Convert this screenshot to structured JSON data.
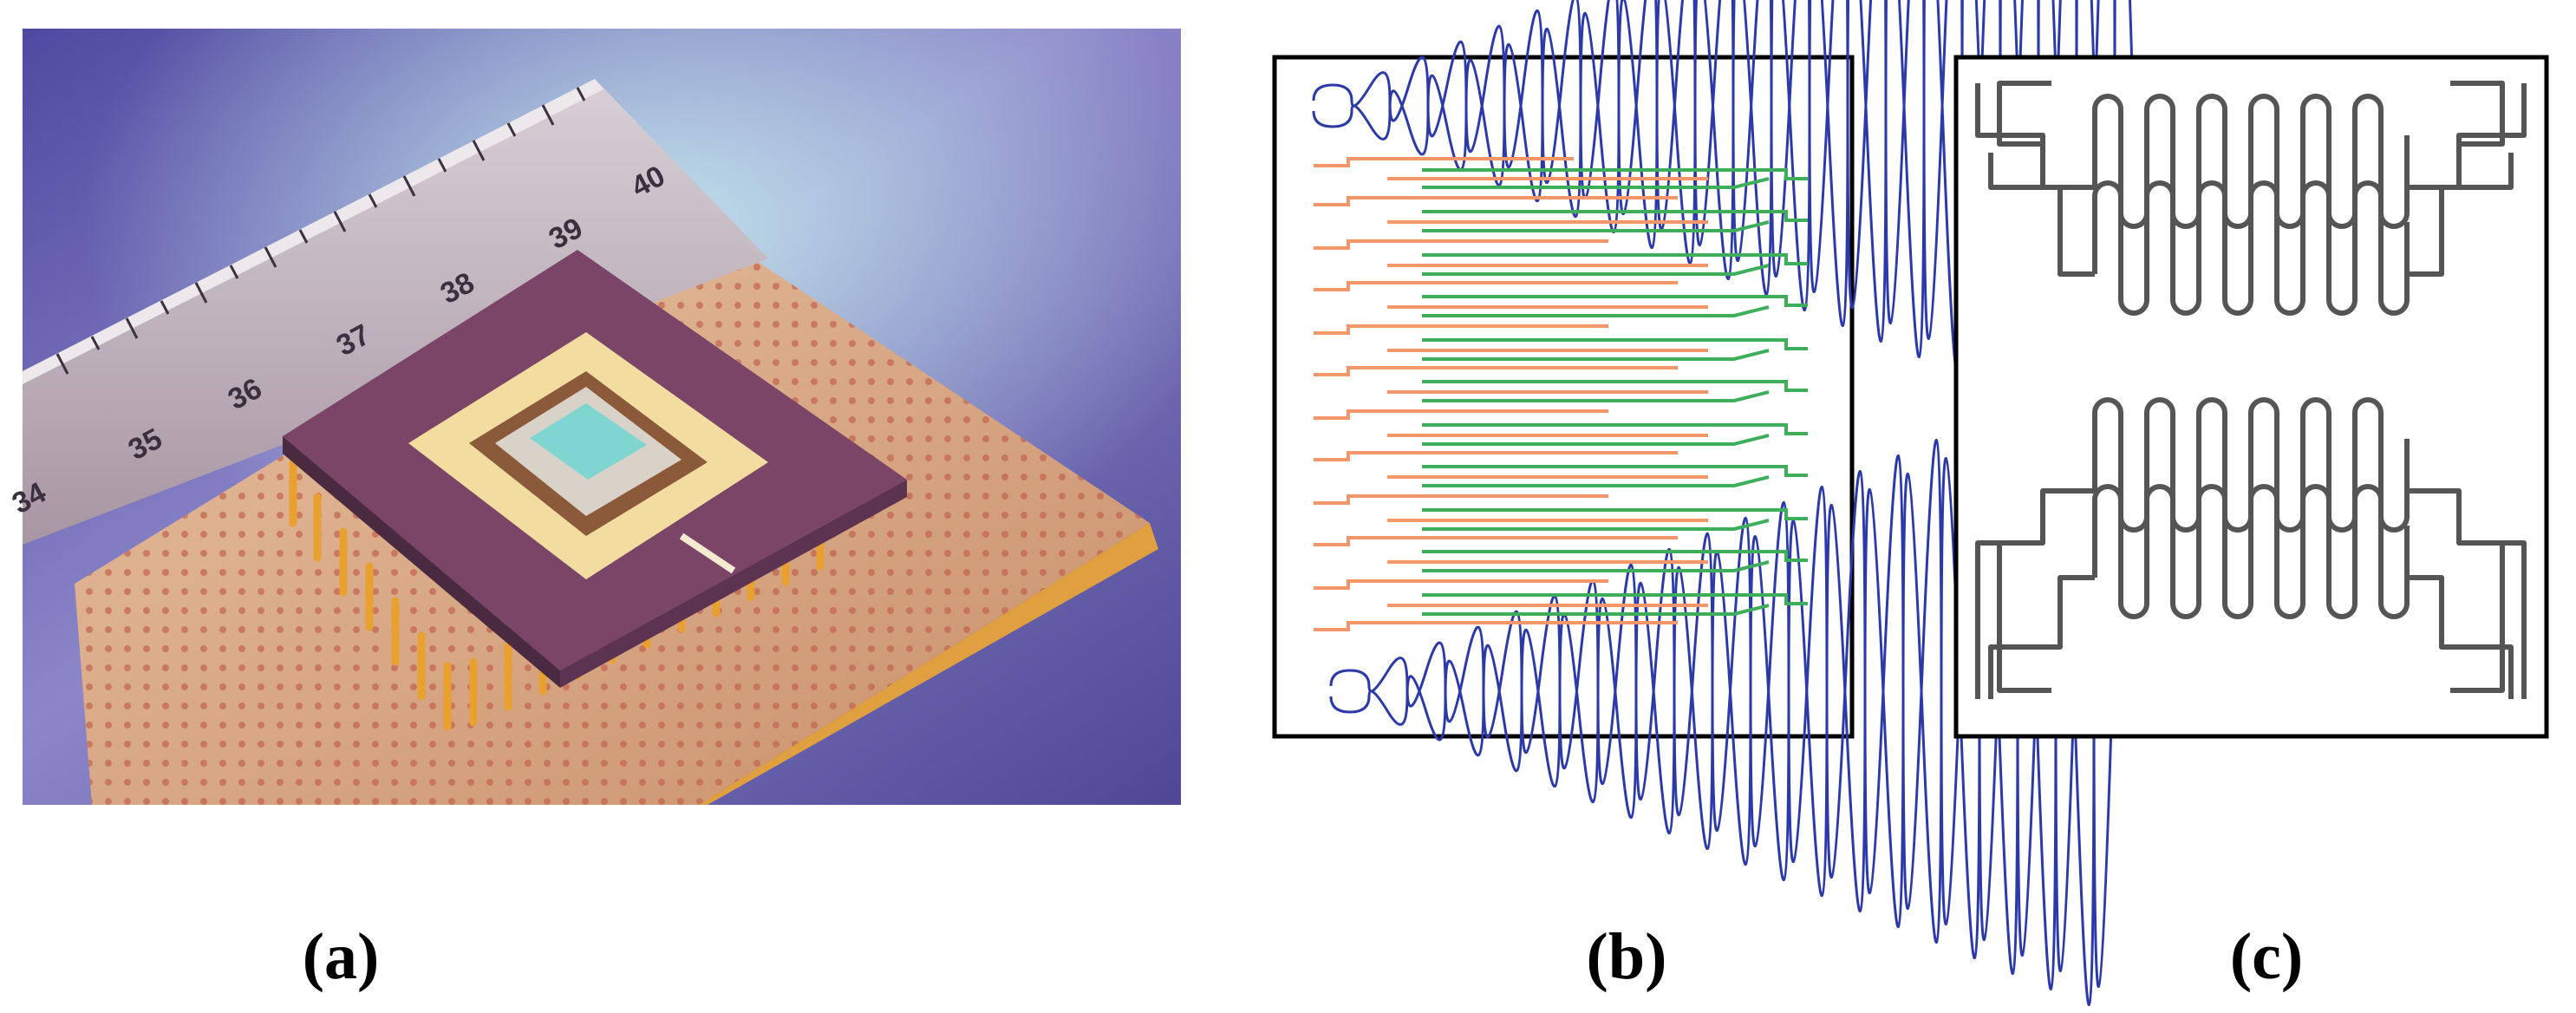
{
  "panels": [
    {
      "id": "a",
      "caption": "(a)",
      "ruler_labels": [
        "34",
        "35",
        "36",
        "37",
        "38",
        "39",
        "40"
      ]
    },
    {
      "id": "b",
      "caption": "(b)"
    },
    {
      "id": "c",
      "caption": "(c)"
    }
  ],
  "colors": {
    "background_purple": "#5e56a6",
    "chip_package": "#6e3f60",
    "gold_frame": "#f0dca0",
    "channel_blue": "#2b3aa8",
    "channel_orange": "#f4956a",
    "channel_green": "#3fae5a",
    "channel_gray": "#555555"
  }
}
